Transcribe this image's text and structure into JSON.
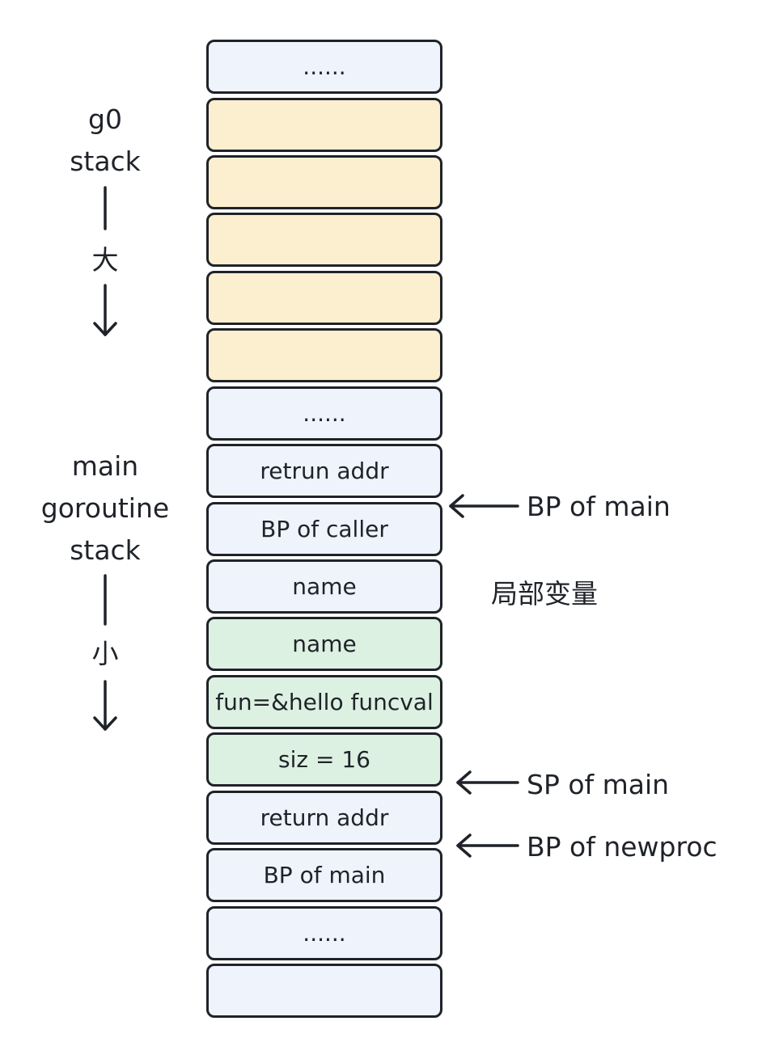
{
  "colors": {
    "ink": "#1f2329",
    "blue_fill": "#eef3fc",
    "yellow_fill": "#fcefcf",
    "green_fill": "#ddf1e2"
  },
  "stack": {
    "slots": [
      {
        "text": "......",
        "color": "blue"
      },
      {
        "text": "",
        "color": "yellow"
      },
      {
        "text": "",
        "color": "yellow"
      },
      {
        "text": "",
        "color": "yellow"
      },
      {
        "text": "",
        "color": "yellow"
      },
      {
        "text": "",
        "color": "yellow"
      },
      {
        "text": "......",
        "color": "blue"
      },
      {
        "text": "retrun addr",
        "color": "blue"
      },
      {
        "text": "BP of caller",
        "color": "blue"
      },
      {
        "text": "name",
        "color": "blue"
      },
      {
        "text": "name",
        "color": "green"
      },
      {
        "text": "fun=&hello funcval",
        "color": "green"
      },
      {
        "text": "siz = 16",
        "color": "green"
      },
      {
        "text": "return addr",
        "color": "blue"
      },
      {
        "text": "BP of main",
        "color": "blue"
      },
      {
        "text": "......",
        "color": "blue"
      },
      {
        "text": "",
        "color": "blue"
      }
    ]
  },
  "left_labels": {
    "g0": {
      "line1": "g0",
      "line2": "stack",
      "direction": "大"
    },
    "main": {
      "line1": "main",
      "line2": "goroutine",
      "line3": "stack",
      "direction": "小"
    }
  },
  "pointers": {
    "bp_main": "BP of main",
    "local_vars": "局部变量",
    "sp_main": "SP of main",
    "bp_newproc": "BP of newproc"
  }
}
